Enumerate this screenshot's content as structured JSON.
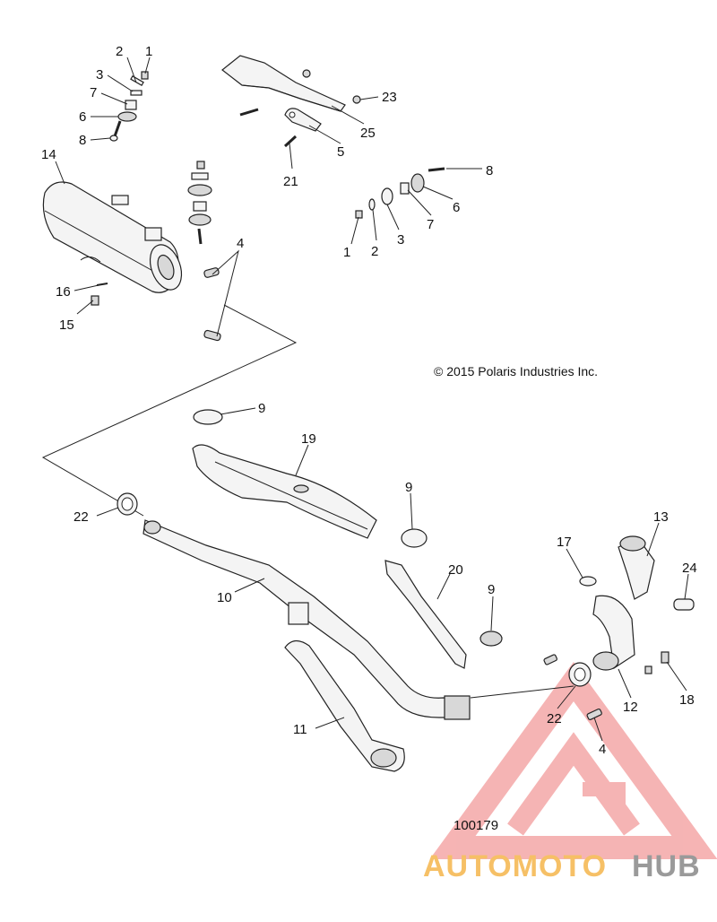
{
  "diagram": {
    "copyright": "© 2015 Polaris Industries Inc.",
    "document_number": "100179",
    "callouts": {
      "c1a": "1",
      "c2a": "2",
      "c3a": "3",
      "c7a": "7",
      "c6a": "6",
      "c8a": "8",
      "c14": "14",
      "c4a": "4",
      "c16": "16",
      "c15": "15",
      "c23": "23",
      "c25": "25",
      "c5": "5",
      "c21": "21",
      "c8b": "8",
      "c6b": "6",
      "c7b": "7",
      "c3b": "3",
      "c2b": "2",
      "c1b": "1",
      "c9a": "9",
      "c19": "19",
      "c9b": "9",
      "c22a": "22",
      "c10": "10",
      "c20": "20",
      "c9c": "9",
      "c13": "13",
      "c17": "17",
      "c24": "24",
      "c12": "12",
      "c18": "18",
      "c22b": "22",
      "c4b": "4",
      "c11": "11"
    }
  },
  "watermark": {
    "text_part1": "AUTOMOTO",
    "text_part2": "HUB",
    "color_primary": "#f4a7a7",
    "color_text1": "#f6c066",
    "color_text2": "#9a9a9a"
  }
}
